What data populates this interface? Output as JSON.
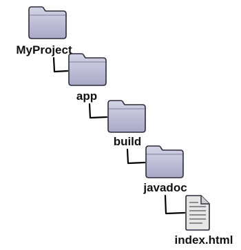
{
  "tree": {
    "nodes": [
      {
        "id": "myproject",
        "label": "MyProject",
        "kind": "folder",
        "icon": "folder-icon"
      },
      {
        "id": "app",
        "label": "app",
        "kind": "folder",
        "icon": "folder-icon"
      },
      {
        "id": "build",
        "label": "build",
        "kind": "folder",
        "icon": "folder-icon"
      },
      {
        "id": "javadoc",
        "label": "javadoc",
        "kind": "folder",
        "icon": "folder-icon"
      },
      {
        "id": "index",
        "label": "index.html",
        "kind": "file",
        "icon": "document-icon"
      }
    ]
  },
  "colors": {
    "folder_fill": "#b6b6d2",
    "folder_fill_light": "#d4d4e6",
    "folder_stroke": "#2a2a3a",
    "connector": "#000000",
    "document_fill": "#e6e6e6",
    "document_lines": "#555555"
  }
}
